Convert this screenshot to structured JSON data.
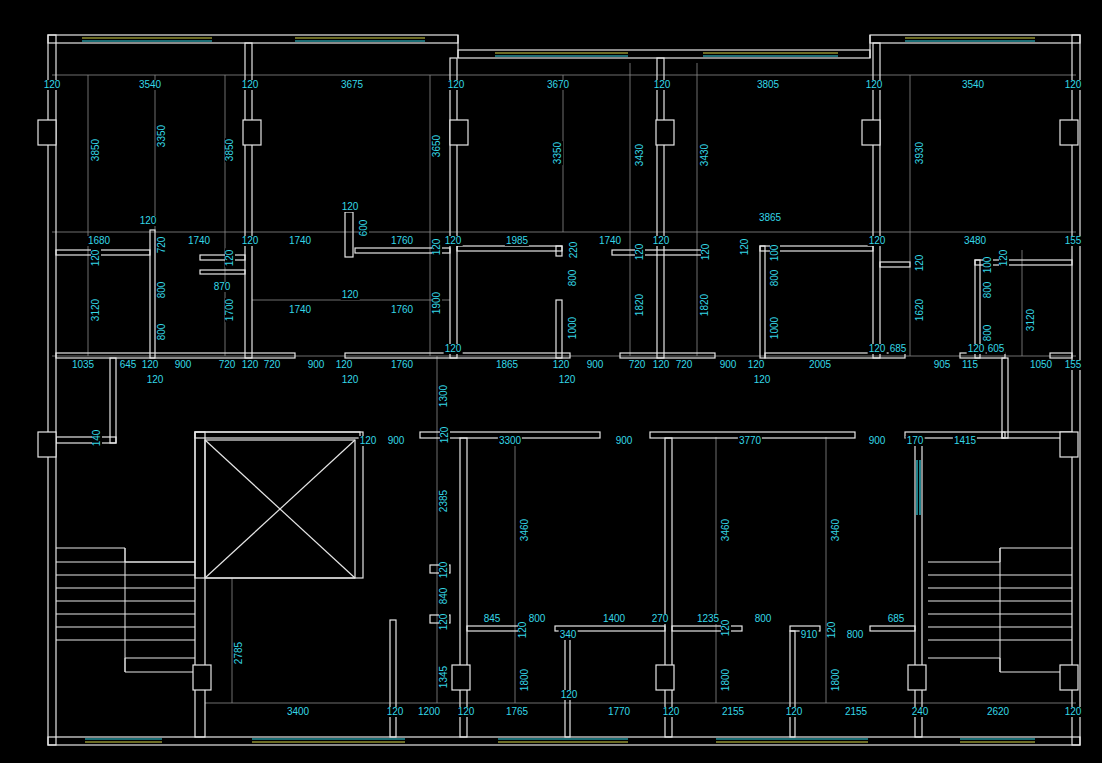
{
  "diagram": {
    "labels": [
      "120",
      "3540",
      "120",
      "3675",
      "120",
      "3670",
      "120",
      "3805",
      "120",
      "3540",
      "120",
      "3850",
      "3350",
      "3850",
      "3650",
      "3350",
      "3430",
      "3430",
      "3930",
      "120",
      "120",
      "3865",
      "600",
      "1680",
      "720",
      "1740",
      "120",
      "1740",
      "1760",
      "120",
      "120",
      "1985",
      "220",
      "1740",
      "120",
      "120",
      "120",
      "120",
      "120",
      "3480",
      "155",
      "120",
      "120",
      "100",
      "120",
      "100",
      "120",
      "800",
      "870",
      "800",
      "800",
      "800",
      "120",
      "1740",
      "1760",
      "3120",
      "1700",
      "1900",
      "1820",
      "1820",
      "1620",
      "3120",
      "1000",
      "1000",
      "800",
      "800",
      "120",
      "120",
      "685",
      "120",
      "605",
      "1035",
      "645",
      "120",
      "900",
      "720",
      "120",
      "720",
      "900",
      "120",
      "1760",
      "1865",
      "120",
      "900",
      "720",
      "120",
      "720",
      "900",
      "120",
      "2005",
      "905",
      "115",
      "1050",
      "155",
      "120",
      "120",
      "120",
      "120",
      "1300",
      "140",
      "120",
      "900",
      "120",
      "3300",
      "900",
      "3770",
      "900",
      "170",
      "1415",
      "2385",
      "3460",
      "3460",
      "3460",
      "120",
      "840",
      "120",
      "845",
      "800",
      "1400",
      "270",
      "1235",
      "800",
      "685",
      "120",
      "340",
      "120",
      "910",
      "120",
      "800",
      "2785",
      "1345",
      "1800",
      "1800",
      "1800",
      "120",
      "3400",
      "120",
      "1200",
      "120",
      "1765",
      "1770",
      "120",
      "2155",
      "120",
      "2155",
      "240",
      "2620",
      "120"
    ]
  }
}
